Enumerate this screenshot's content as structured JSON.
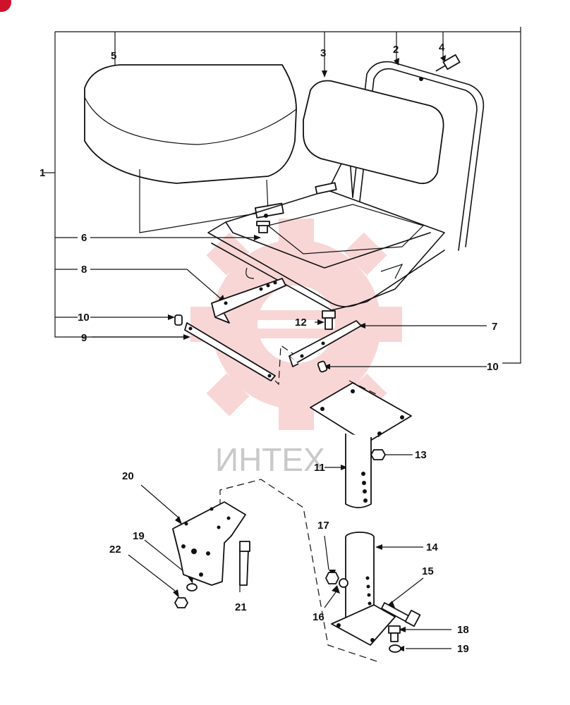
{
  "watermark": {
    "text": "ИНТЕХ",
    "color": "#f0a0a0"
  },
  "corner_mark_color": "#d0112b",
  "callouts": [
    "1",
    "2",
    "3",
    "4",
    "5",
    "6",
    "7",
    "8",
    "9",
    "10",
    "10",
    "11",
    "12",
    "13",
    "14",
    "15",
    "16",
    "17",
    "18",
    "19",
    "19",
    "20",
    "21",
    "22"
  ]
}
